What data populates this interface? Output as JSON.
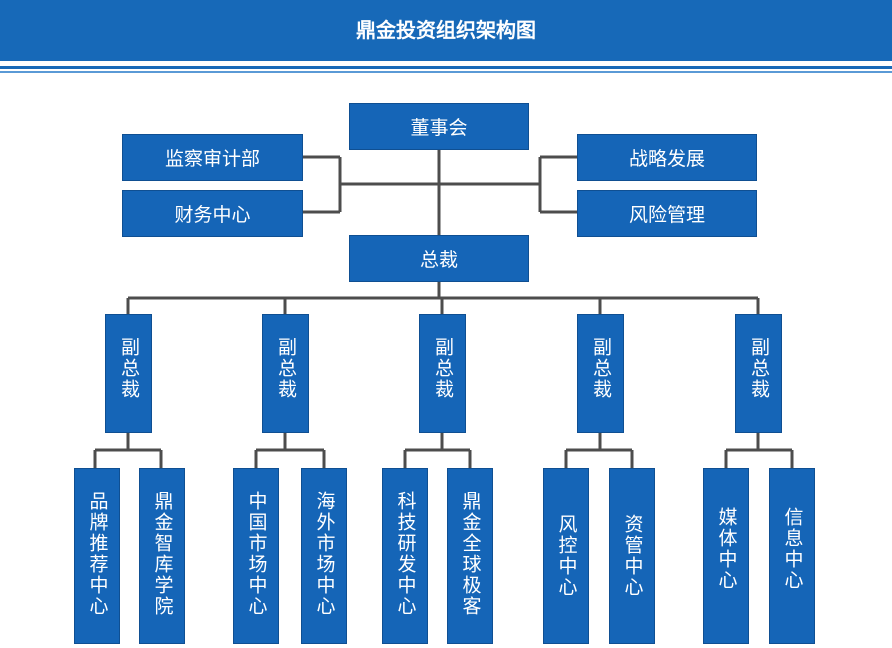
{
  "title": "鼎金投资组织架构图",
  "board": "董事会",
  "side_left": [
    "监察审计部",
    "财务中心"
  ],
  "side_right": [
    "战略发展",
    "风险管理"
  ],
  "ceo": "总裁",
  "vps": [
    {
      "label": "副总裁",
      "depts": [
        "品牌推荐中心",
        "鼎金智库学院"
      ]
    },
    {
      "label": "副总裁",
      "depts": [
        "中国市场中心",
        "海外市场中心"
      ]
    },
    {
      "label": "副总裁",
      "depts": [
        "科技研发中心",
        "鼎金全球极客"
      ]
    },
    {
      "label": "副总裁",
      "depts": [
        "风控中心",
        "资管中心"
      ]
    },
    {
      "label": "副总裁",
      "depts": [
        "媒体中心",
        "信息中心"
      ]
    }
  ],
  "colors": {
    "primary": "#1565b7",
    "line": "#4d4d4d"
  }
}
